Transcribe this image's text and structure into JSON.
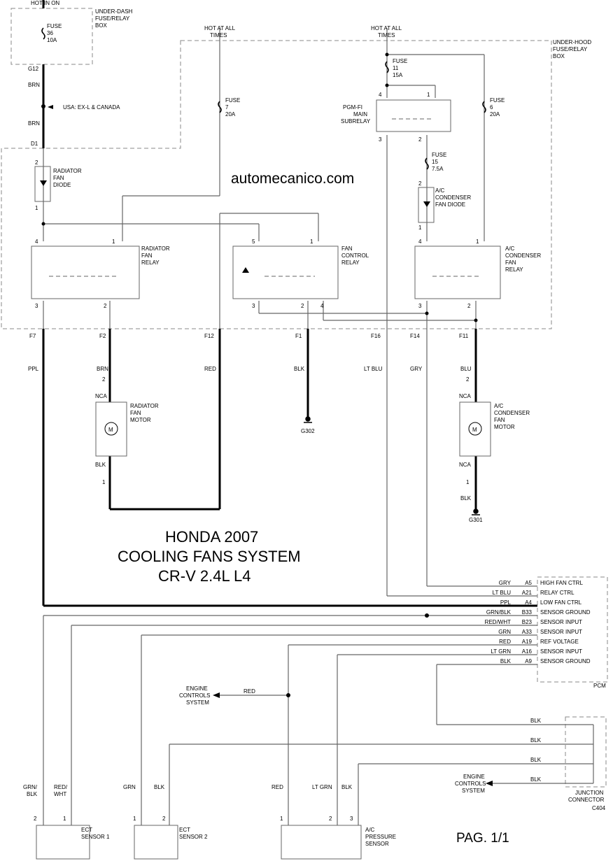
{
  "diagram": {
    "title_lines": [
      "HONDA 2007",
      "COOLING FANS SYSTEM",
      "CR-V 2.4L L4"
    ],
    "watermark": "automecanico.com",
    "page_label": "PAG. 1/1",
    "power_labels": {
      "hot_in_on": "HOT IN ON",
      "hot_all_times_1": [
        "HOT AT ALL",
        "TIMES"
      ],
      "hot_all_times_2": [
        "HOT AT ALL",
        "TIMES"
      ]
    },
    "boxes": {
      "under_dash": [
        "UNDER-DASH",
        "FUSE/RELAY",
        "BOX"
      ],
      "under_hood": [
        "UNDER-HOOD",
        "FUSE/RELAY",
        "BOX"
      ]
    },
    "fuses": {
      "f36": [
        "FUSE",
        "36",
        "10A"
      ],
      "f7": [
        "FUSE",
        "7",
        "20A"
      ],
      "f11": [
        "FUSE",
        "11",
        "15A"
      ],
      "f6": [
        "FUSE",
        "6",
        "20A"
      ],
      "f15": [
        "FUSE",
        "15",
        "7.5A"
      ]
    },
    "components": {
      "rad_diode": [
        "RADIATOR",
        "FAN",
        "DIODE"
      ],
      "pgm_relay": [
        "PGM-FI",
        "MAIN",
        "SUBRELAY"
      ],
      "ac_diode": [
        "A/C",
        "CONDENSER",
        "FAN DIODE"
      ],
      "rad_relay": [
        "RADIATOR",
        "FAN",
        "RELAY"
      ],
      "fan_ctrl_relay": [
        "FAN",
        "CONTROL",
        "RELAY"
      ],
      "ac_relay": [
        "A/C",
        "CONDENSER",
        "FAN",
        "RELAY"
      ],
      "rad_motor": [
        "RADIATOR",
        "FAN",
        "MOTOR"
      ],
      "ac_motor": [
        "A/C",
        "CONDENSER",
        "FAN",
        "MOTOR"
      ],
      "pcm": "PCM",
      "junction": [
        "JUNCTION",
        "CONNECTOR",
        "C404"
      ],
      "ect1": [
        "ECT",
        "SENSOR 1"
      ],
      "ect2": [
        "ECT",
        "SENSOR 2"
      ],
      "ac_press": [
        "A/C",
        "PRESSURE",
        "SENSOR"
      ],
      "ecs1": [
        "ENGINE",
        "CONTROLS",
        "SYSTEM"
      ],
      "ecs2": [
        "ENGINE",
        "CONTROLS",
        "SYSTEM"
      ]
    },
    "wire_labels": {
      "brn1": "BRN",
      "brn2": "BRN",
      "usa": "USA: EX-L & CANADA",
      "g12": "G12",
      "d1": "D1",
      "ppl": "PPL",
      "brn3": "BRN",
      "red1": "RED",
      "blk1": "BLK",
      "ltblu": "LT BLU",
      "gry": "GRY",
      "blu": "BLU",
      "nca1": "NCA",
      "blk2": "BLK",
      "nca2": "NCA",
      "nca3": "NCA",
      "blk3": "BLK",
      "g302": "G302",
      "g301": "G301",
      "red_ecs": "RED",
      "grnblk_s": [
        "GRN/",
        "BLK"
      ],
      "redwht_s": [
        "RED/",
        "WHT"
      ],
      "grn_s": "GRN",
      "blk_s": "BLK",
      "red_s": "RED",
      "ltgrn_s": "LT GRN",
      "blk_s2": "BLK",
      "jblk1": "BLK",
      "jblk2": "BLK",
      "jblk3": "BLK",
      "jblk4": "BLK"
    },
    "connectors": {
      "f7": "F7",
      "f2": "F2",
      "f12": "F12",
      "f1": "F1",
      "f16": "F16",
      "f14": "F14",
      "f11": "F11"
    },
    "pins": {
      "p4a": "4",
      "p1a": "1",
      "p3a": "3",
      "p2a": "2",
      "p2b": "2",
      "p1b": "1",
      "p4c": "4",
      "p1c": "1",
      "p3c": "3",
      "p2c": "2",
      "p5d": "5",
      "p1d": "1",
      "p3d": "3",
      "p2d": "2",
      "p4d": "4",
      "p4e": "4",
      "p1e": "1",
      "p3e": "3",
      "p2e": "2",
      "p2f": "2",
      "p1f": "1",
      "p2g": "2",
      "p1g": "1",
      "p2h": "2",
      "p1h": "1",
      "s2a": "2",
      "s1a": "1",
      "s1b": "1",
      "s2b": "2",
      "s1c": "1",
      "s2c": "2",
      "s3c": "3"
    },
    "pcm_rows": [
      {
        "color": "GRY",
        "pin": "A5",
        "func": "HIGH FAN CTRL"
      },
      {
        "color": "LT BLU",
        "pin": "A21",
        "func": "RELAY CTRL"
      },
      {
        "color": "PPL",
        "pin": "A4",
        "func": "LOW FAN CTRL"
      },
      {
        "color": "GRN/BLK",
        "pin": "B33",
        "func": "SENSOR GROUND"
      },
      {
        "color": "RED/WHT",
        "pin": "B23",
        "func": "SENSOR INPUT"
      },
      {
        "color": "GRN",
        "pin": "A33",
        "func": "SENSOR INPUT"
      },
      {
        "color": "RED",
        "pin": "A19",
        "func": "REF VOLTAGE"
      },
      {
        "color": "LT GRN",
        "pin": "A16",
        "func": "SENSOR INPUT"
      },
      {
        "color": "BLK",
        "pin": "A9",
        "func": "SENSOR GROUND"
      }
    ]
  }
}
